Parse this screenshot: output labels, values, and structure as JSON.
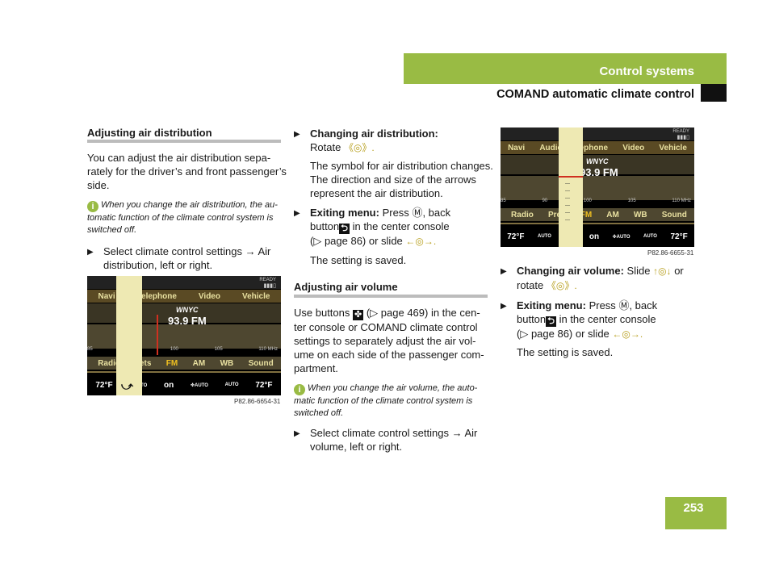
{
  "header": {
    "section": "Control systems",
    "subsection": "COMAND automatic climate control",
    "page": "253"
  },
  "left": {
    "heading": "Adjusting air distribution",
    "para": [
      "You can adjust the air distribution sepa-",
      "rately for the driver’s and front passenger’s",
      "side."
    ],
    "note": [
      "When you change the air distribution, the au-",
      "tomatic function of the climate control system is",
      "switched off."
    ],
    "step": [
      "Select climate control settings → Air",
      "distribution, left or right."
    ]
  },
  "screen1": {
    "top": [
      "Navi",
      "Telephone",
      "Video",
      "Vehicle"
    ],
    "station": "WNYC",
    "freq": "93.9 FM",
    "scale": [
      "85",
      "95",
      "100",
      "105",
      "110 MHz"
    ],
    "bottom": [
      "Radio",
      "sets",
      "FM",
      "AM",
      "WB",
      "Sound"
    ],
    "status": [
      "72°F",
      "AUTO",
      "on",
      "AUTO",
      "AUTO",
      "72°F"
    ],
    "ready": "READY",
    "caption": "P82.86-6654-31"
  },
  "mid": {
    "s1_title": "Changing air distribution:",
    "s1_text": "Rotate",
    "s1_ctl": "《◎》.",
    "s1_desc": [
      "The symbol for air distribution changes.",
      "The direction and size of the arrows",
      "represent the air distribution."
    ],
    "s2_title": "Exiting menu:",
    "s2_a": "Press",
    "s2_b": ", back",
    "s2_c": "button",
    "s2_d": "in the center console",
    "s2_e": "(▷ page 86) or slide",
    "s2_ctl": "←◎→.",
    "saved": "The setting is saved.",
    "heading2": "Adjusting air volume",
    "para2": [
      "Use buttons",
      "(▷ page 469) in the cen-",
      "ter console or COMAND climate control",
      "settings to separately adjust the air vol-",
      "ume on each side of the passenger com-",
      "partment."
    ],
    "note2": [
      "When you change the air volume, the auto-",
      "matic function of the climate control system is",
      "switched off."
    ],
    "step3": [
      "Select climate control settings → Air",
      "volume, left or right."
    ]
  },
  "screen2": {
    "top": [
      "Navi",
      "Audio",
      "lephone",
      "Video",
      "Vehicle"
    ],
    "station": "WNYC",
    "freq": "93.9 FM",
    "scale": [
      "85",
      "90",
      "100",
      "105",
      "110 MHz"
    ],
    "bottom": [
      "Radio",
      "Pres",
      "FM",
      "AM",
      "WB",
      "Sound"
    ],
    "status": [
      "72°F",
      "AUTO",
      "7",
      "on",
      "AUTO",
      "AUTO",
      "72°F"
    ],
    "ready": "READY",
    "caption": "P82.86-6655-31"
  },
  "right": {
    "s1_title": "Changing air volume:",
    "s1_text": "Slide",
    "s1_ctl": "↑◎↓",
    "s1_or": "or",
    "s1_rot": "rotate",
    "s1_ctl2": "《◎》.",
    "s2_title": "Exiting menu:",
    "s2_a": "Press",
    "s2_b": ", back",
    "s2_c": "button",
    "s2_d": "in the center console",
    "s2_e": "(▷ page 86) or slide",
    "s2_ctl": "←◎→.",
    "saved": "The setting is saved."
  },
  "icons": {
    "press": "Ⓜ",
    "back": "⮌",
    "fan": "✤"
  },
  "colors": {
    "accent": "#99bb44",
    "screen_text": "#e8e0a0"
  }
}
